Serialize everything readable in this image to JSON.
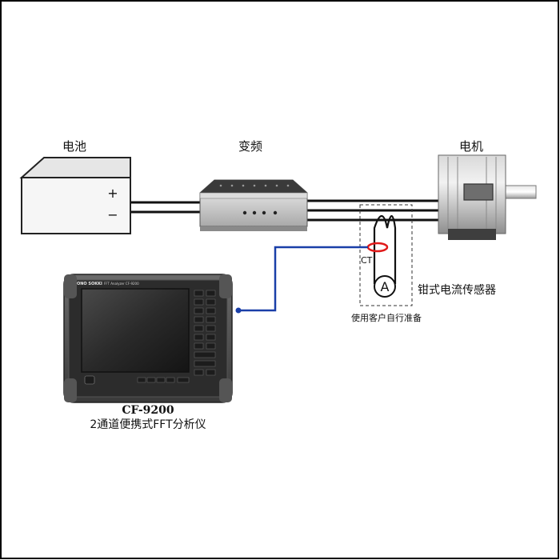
{
  "labels": {
    "battery": "电池",
    "inverter": "变频",
    "motor": "电机",
    "plus": "+",
    "minus": "−",
    "ct": "CT",
    "ammeter": "A",
    "clamp_sensor": "钳式电流传感器",
    "user_supplied": "使用客户自行准备",
    "model": "CF-9200",
    "description": "2通道便携式FFT分析仪"
  },
  "analyzer": {
    "brand": "ONO SOKKI",
    "screen_title": "FFT Analyzer CF-9200"
  },
  "colors": {
    "signal_cable": "#1a3fa8",
    "ct_ring": "#e01a1a",
    "frame": "#000000"
  }
}
